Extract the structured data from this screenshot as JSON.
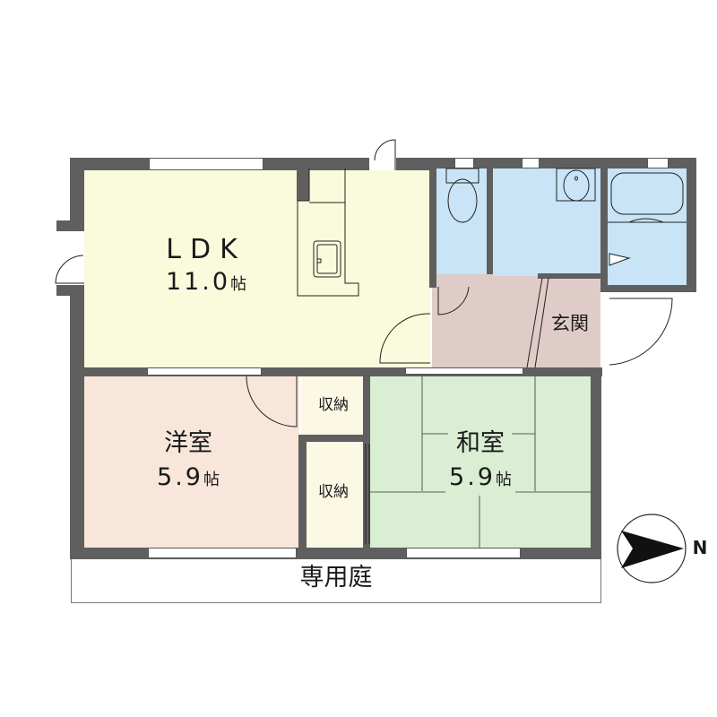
{
  "floor_plan": {
    "rooms": {
      "ldk": {
        "name": "LDK",
        "size": "11.0",
        "unit": "帖",
        "color": "#fafadc"
      },
      "western_room": {
        "name": "洋室",
        "size": "5.9",
        "unit": "帖",
        "color": "#f8e6da"
      },
      "japanese_room": {
        "name": "和室",
        "size": "5.9",
        "unit": "帖",
        "color": "#d9eed2"
      },
      "storage_top": {
        "name": "収納",
        "color": "#fbf8e4"
      },
      "storage_bottom": {
        "name": "収納",
        "color": "#fbf8e4"
      },
      "entrance": {
        "name": "玄関",
        "color": "#dfccc8"
      },
      "toilet": {
        "name": "",
        "color": "#c8e4f6"
      },
      "washroom": {
        "name": "",
        "color": "#c8e4f6"
      },
      "bathroom": {
        "name": "",
        "color": "#c8e4f6"
      }
    },
    "garden": {
      "name": "専用庭"
    },
    "compass": {
      "direction_label": "N"
    },
    "colors": {
      "wall": "#5f5f5f",
      "outline": "#333333"
    }
  }
}
